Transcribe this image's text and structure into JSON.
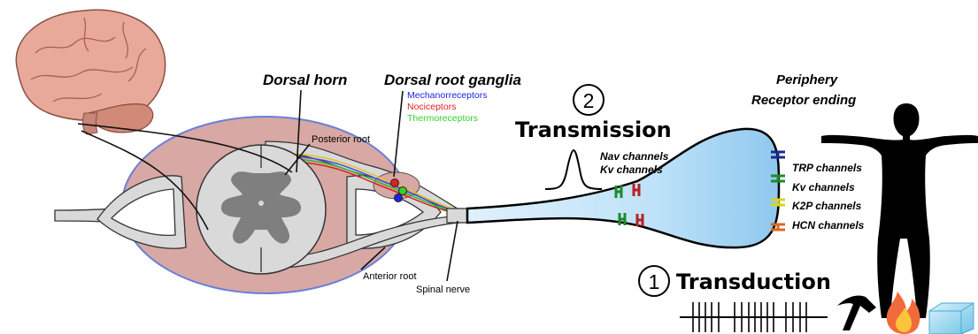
{
  "labels": {
    "dorsal_horn": "Dorsal horn",
    "drg": "Dorsal root ganglia",
    "posterior_root": "Posterior root",
    "anterior_root": "Anterior root",
    "spinal_nerve": "Spinal nerve",
    "periphery_1": "Periphery",
    "periphery_2": "Receptor ending",
    "transmission_num": "2",
    "transmission": "Transmission",
    "transduction_num": "1",
    "transduction": "Transduction"
  },
  "receptor_legend": [
    {
      "label": "Mechanorreceptors",
      "color": "#1f22e6"
    },
    {
      "label": "Nociceptors",
      "color": "#e02020"
    },
    {
      "label": "Thermoreceptors",
      "color": "#36d02a"
    }
  ],
  "axon_channels": [
    "Nav channels",
    "Kv channels"
  ],
  "ending_channels": [
    {
      "label": "TRP channels",
      "color": "#1b2a8a"
    },
    {
      "label": "Kv channels",
      "color": "#1e8a2a"
    },
    {
      "label": "K2P channels",
      "color": "#d8d420"
    },
    {
      "label": "HCN channels",
      "color": "#d86a20"
    }
  ],
  "stimulus_icons": [
    "hammer-icon",
    "fire-icon",
    "ice-cube-icon"
  ],
  "colors": {
    "tissue": "#d7a8a4",
    "cord": "#d9d9d9",
    "grey_matter": "#7f7f7f",
    "ending_fill": "#b6ddf7",
    "brain": "#e8a99a"
  }
}
